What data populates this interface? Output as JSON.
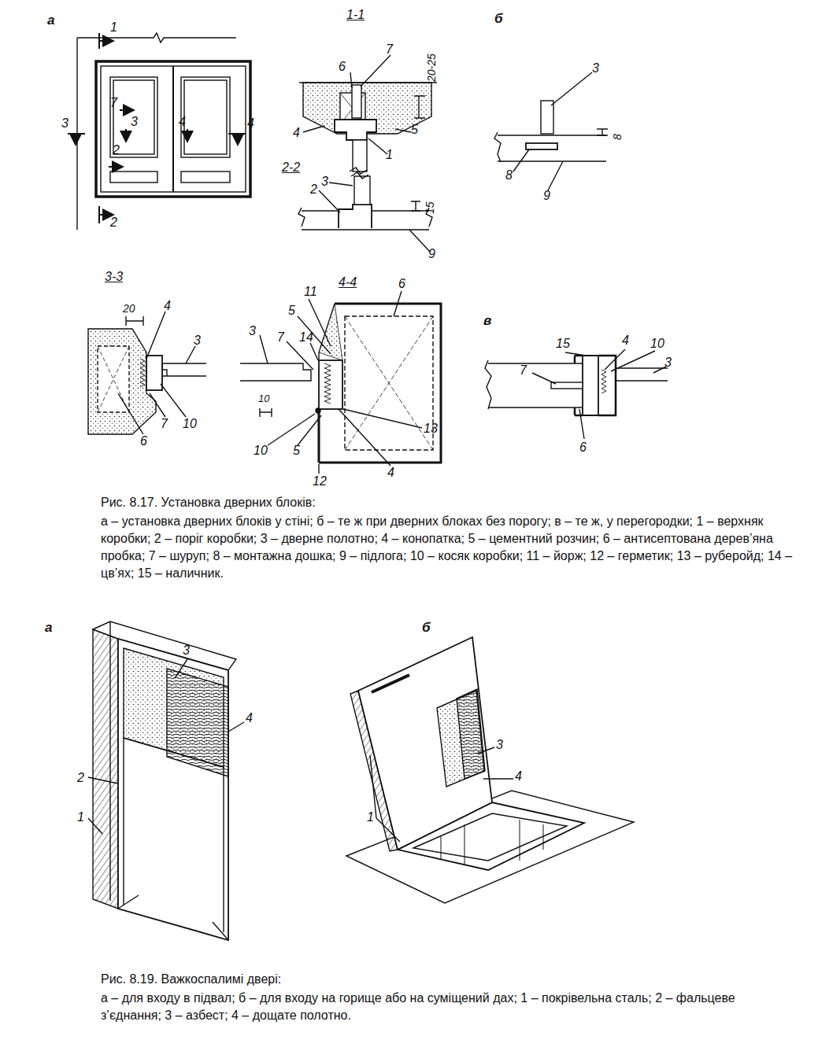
{
  "diagram": {
    "caption": "Рис. 8.17. Установка дверних блоків:",
    "labels": [
      "а",
      "1",
      "7",
      "3",
      "3",
      "4",
      "4",
      "2",
      "2",
      "1-1",
      "6",
      "7",
      "20-25",
      "4",
      "5",
      "1",
      "2-2",
      "3",
      "2",
      "15",
      "9",
      "б",
      "3",
      "8",
      "8",
      "9",
      "3-3",
      "20",
      "4",
      "3",
      "10",
      "7",
      "6",
      "4-4",
      "6",
      "11",
      "5",
      "7",
      "14",
      "3",
      "10",
      "13",
      "10",
      "5",
      "4",
      "12",
      "в",
      "15",
      "4",
      "10",
      "3",
      "7",
      "6",
      "а – установка дверних блоків у стіні; б – те ж при дверних блоках без порогу; в – те ж, у перегородки; 1 – верхняк коробки; 2 – поріг коробки; 3 – дверне полотно; 4 – конопатка; 5 – цементний розчин; 6 – антисептована дерев’яна пробка; 7 – шуруп; 8 – монтажна дошка; 9 – підлога; 10 – косяк коробки; 11 – йорж; 12 – герметик; 13 – руберойд; 14 – цв’ях; 15 – наличник.",
      "а",
      "3",
      "4",
      "2",
      "1",
      "б",
      "3",
      "4",
      "1",
      "Рис. 8.19. Важкоспалимі двері:",
      "а – для входу в підвал; б – для входу на горище або на суміщений дах; 1 – покрівельна сталь; 2 – фальцеве з’єднання; 3 – азбест; 4 – дощате полотно."
    ]
  }
}
